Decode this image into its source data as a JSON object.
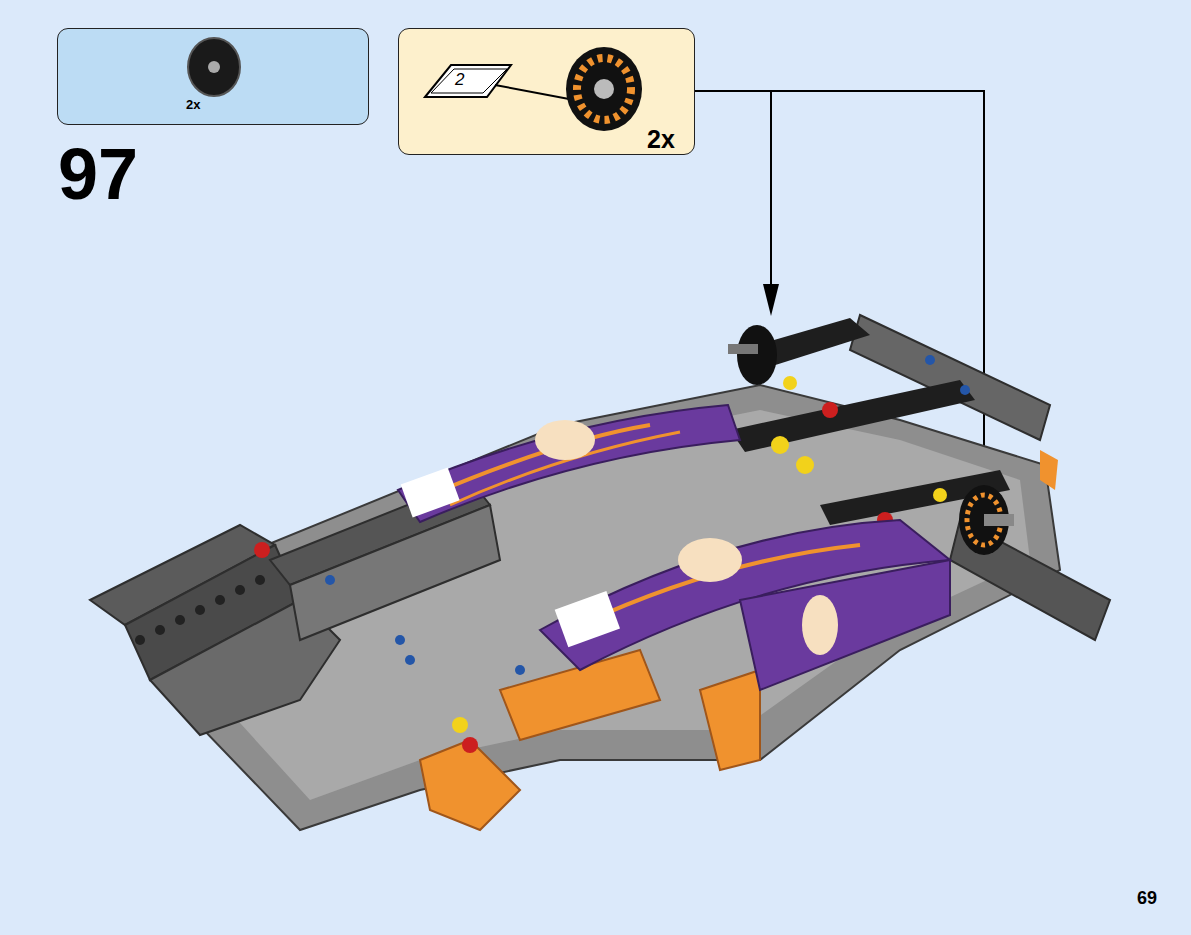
{
  "diagram": {
    "nodes": [
      {
        "text": [
          "2x"
        ]
      },
      {
        "text": [
          "2",
          "2x"
        ]
      }
    ],
    "labels": [
      "97",
      "69"
    ]
  }
}
